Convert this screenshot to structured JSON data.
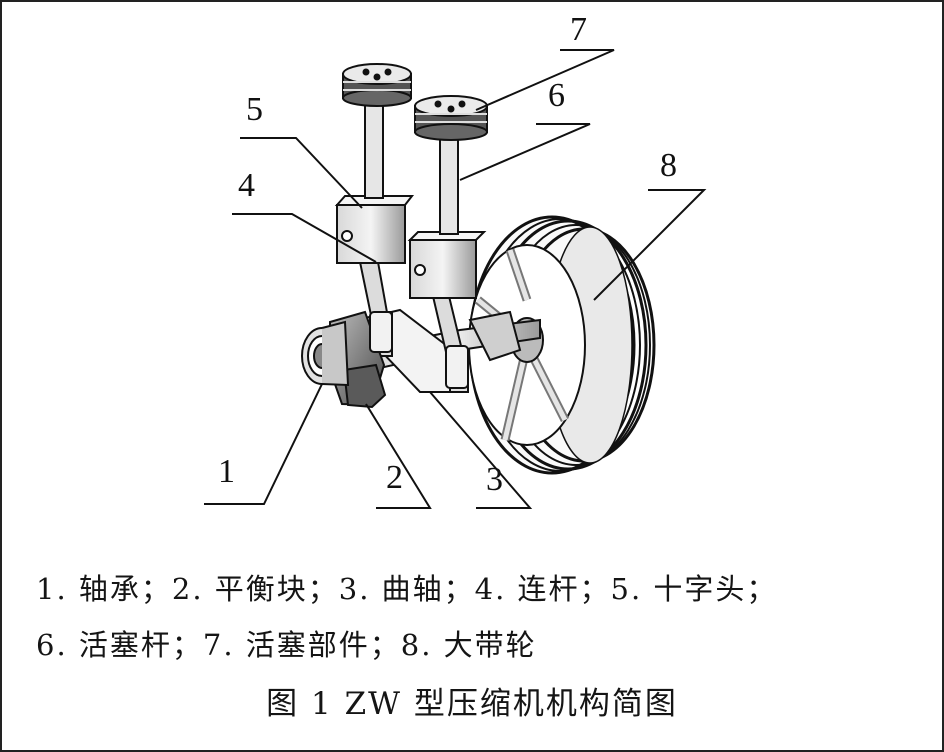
{
  "figure": {
    "part_numbers": [
      "1",
      "2",
      "3",
      "4",
      "5",
      "6",
      "7",
      "8"
    ],
    "legend_line_1": "1. 轴承；2. 平衡块；3. 曲轴；4. 连杆；5. 十字头；",
    "legend_line_2": "6. 活塞杆；7. 活塞部件；8. 大带轮",
    "caption": "图 1   ZW 型压缩机机构简图"
  }
}
